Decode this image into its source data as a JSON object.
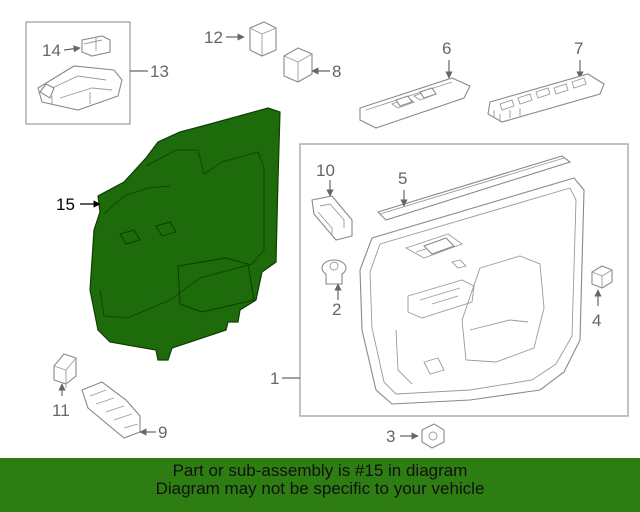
{
  "diagram": {
    "callouts": {
      "c1": "1",
      "c2": "2",
      "c3": "3",
      "c4": "4",
      "c5": "5",
      "c6": "6",
      "c7": "7",
      "c8": "8",
      "c9": "9",
      "c10": "10",
      "c11": "11",
      "c12": "12",
      "c13": "13",
      "c14": "14",
      "c15": "15"
    },
    "highlight_color": "#1e6b0c",
    "highlighted_part": "15"
  },
  "banner": {
    "line1": "Part or sub-assembly is #15 in diagram",
    "line2": "Diagram may not be specific to your vehicle",
    "background": "#2e7d12"
  }
}
